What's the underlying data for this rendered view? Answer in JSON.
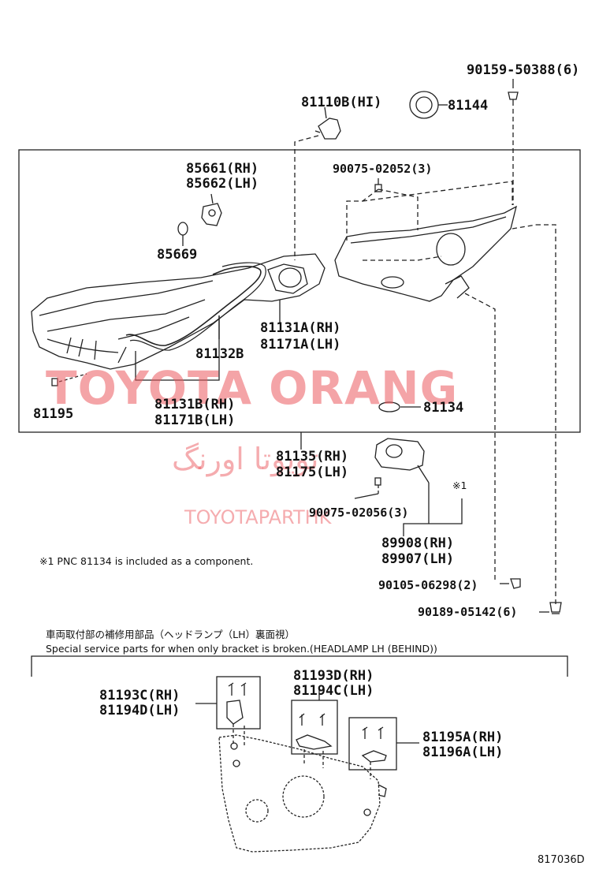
{
  "labels": {
    "p90159": "90159-50388(6)",
    "p81110b": "81110B(HI)",
    "p81144": "81144",
    "p85661": "85661(RH)",
    "p85662": "85662(LH)",
    "p90075a": "90075-02052(3)",
    "p85669": "85669",
    "p81131a": "81131A(RH)",
    "p81171a": "81171A(LH)",
    "p81132b": "81132B",
    "p81195": "81195",
    "p81131b": "81131B(RH)",
    "p81171b": "81171B(LH)",
    "p81134": "81134",
    "p81135": "81135(RH)",
    "p81175": "81175(LH)",
    "p90075b": "90075-02056(3)",
    "mark1": "※1",
    "p89908": "89908(RH)",
    "p89907": "89907(LH)",
    "p90105": "90105-06298(2)",
    "p90189": "90189-05142(6)",
    "p81193c": "81193C(RH)",
    "p81194d": "81194D(LH)",
    "p81193d": "81193D(RH)",
    "p81194c": "81194C(LH)",
    "p81195a": "81195A(RH)",
    "p81196a": "81196A(LH)"
  },
  "notes": {
    "footnote": "※1  PNC 81134 is included as a component.",
    "jp_heading": "車両取付部の補修用部品（ヘッドランプ（LH）裏面視）",
    "en_heading": "Special service parts for when only bracket is broken.(HEADLAMP LH (BEHIND))",
    "diagram_code": "817036D"
  },
  "watermarks": {
    "main": "TOYOTA ORANG",
    "persian": "تویوتا اورنگ",
    "site": "TOYOTAPARTHK"
  },
  "colors": {
    "line": "#222222",
    "watermark": "#eb5a5f"
  }
}
